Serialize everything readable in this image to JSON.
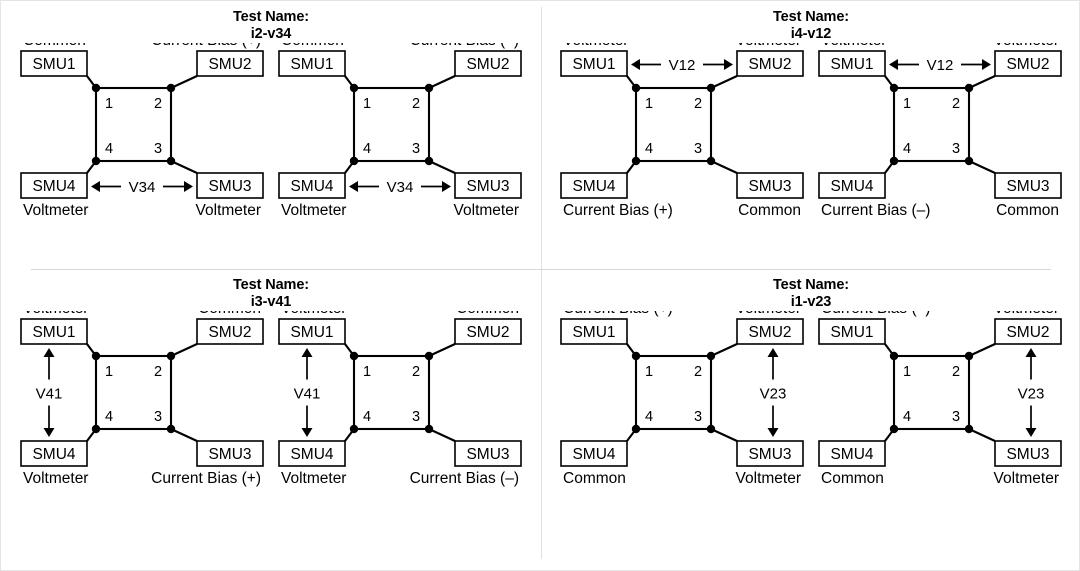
{
  "figure": {
    "title_prefix": "Test Name:",
    "node_labels": {
      "n1": "1",
      "n2": "2",
      "n3": "3",
      "n4": "4"
    },
    "smu_labels": {
      "smu1": "SMU1",
      "smu2": "SMU2",
      "smu3": "SMU3",
      "smu4": "SMU4"
    },
    "roles": {
      "common": "Common",
      "voltmeter": "Voltmeter",
      "bias_plus": "Current Bias (+)",
      "bias_minus": "Current Bias (–)"
    }
  },
  "quadrants": [
    {
      "id": "i2-v34",
      "title_line1": "Test Name:",
      "title_line2": "i2-v34",
      "diagrams": [
        {
          "id": "i2-v34-positive",
          "polarity": "+",
          "roles": {
            "smu1": "Common",
            "smu2": "Current Bias (+)",
            "smu3": "Voltmeter",
            "smu4": "Voltmeter"
          },
          "measurement": {
            "label": "V34",
            "orientation": "horizontal-bottom",
            "from": "SMU4",
            "to": "SMU3"
          }
        },
        {
          "id": "i2-v34-negative",
          "polarity": "–",
          "roles": {
            "smu1": "Common",
            "smu2": "Current Bias (–)",
            "smu3": "Voltmeter",
            "smu4": "Voltmeter"
          },
          "measurement": {
            "label": "V34",
            "orientation": "horizontal-bottom",
            "from": "SMU4",
            "to": "SMU3"
          }
        }
      ]
    },
    {
      "id": "i4-v12",
      "title_line1": "Test Name:",
      "title_line2": "i4-v12",
      "diagrams": [
        {
          "id": "i4-v12-positive",
          "polarity": "+",
          "roles": {
            "smu1": "Voltmeter",
            "smu2": "Voltmeter",
            "smu3": "Common",
            "smu4": "Current Bias (+)"
          },
          "measurement": {
            "label": "V12",
            "orientation": "horizontal-top",
            "from": "SMU1",
            "to": "SMU2"
          }
        },
        {
          "id": "i4-v12-negative",
          "polarity": "–",
          "roles": {
            "smu1": "Voltmeter",
            "smu2": "Voltmeter",
            "smu3": "Common",
            "smu4": "Current Bias (–)"
          },
          "measurement": {
            "label": "V12",
            "orientation": "horizontal-top",
            "from": "SMU1",
            "to": "SMU2"
          }
        }
      ]
    },
    {
      "id": "i3-v41",
      "title_line1": "Test Name:",
      "title_line2": "i3-v41",
      "diagrams": [
        {
          "id": "i3-v41-positive",
          "polarity": "+",
          "roles": {
            "smu1": "Voltmeter",
            "smu2": "Common",
            "smu3": "Current Bias (+)",
            "smu4": "Voltmeter"
          },
          "measurement": {
            "label": "V41",
            "orientation": "vertical-left",
            "from": "SMU4",
            "to": "SMU1"
          }
        },
        {
          "id": "i3-v41-negative",
          "polarity": "–",
          "roles": {
            "smu1": "Voltmeter",
            "smu2": "Common",
            "smu3": "Current Bias (–)",
            "smu4": "Voltmeter"
          },
          "measurement": {
            "label": "V41",
            "orientation": "vertical-left",
            "from": "SMU4",
            "to": "SMU1"
          }
        }
      ]
    },
    {
      "id": "i1-v23",
      "title_line1": "Test Name:",
      "title_line2": "i1-v23",
      "diagrams": [
        {
          "id": "i1-v23-positive",
          "polarity": "+",
          "roles": {
            "smu1": "Current Bias (+)",
            "smu2": "Voltmeter",
            "smu3": "Voltmeter",
            "smu4": "Common"
          },
          "measurement": {
            "label": "V23",
            "orientation": "vertical-right",
            "from": "SMU2",
            "to": "SMU3"
          }
        },
        {
          "id": "i1-v23-negative",
          "polarity": "–",
          "roles": {
            "smu1": "Current Bias (–)",
            "smu2": "Voltmeter",
            "smu3": "Voltmeter",
            "smu4": "Common"
          },
          "measurement": {
            "label": "V23",
            "orientation": "vertical-right",
            "from": "SMU2",
            "to": "SMU3"
          }
        }
      ]
    }
  ]
}
